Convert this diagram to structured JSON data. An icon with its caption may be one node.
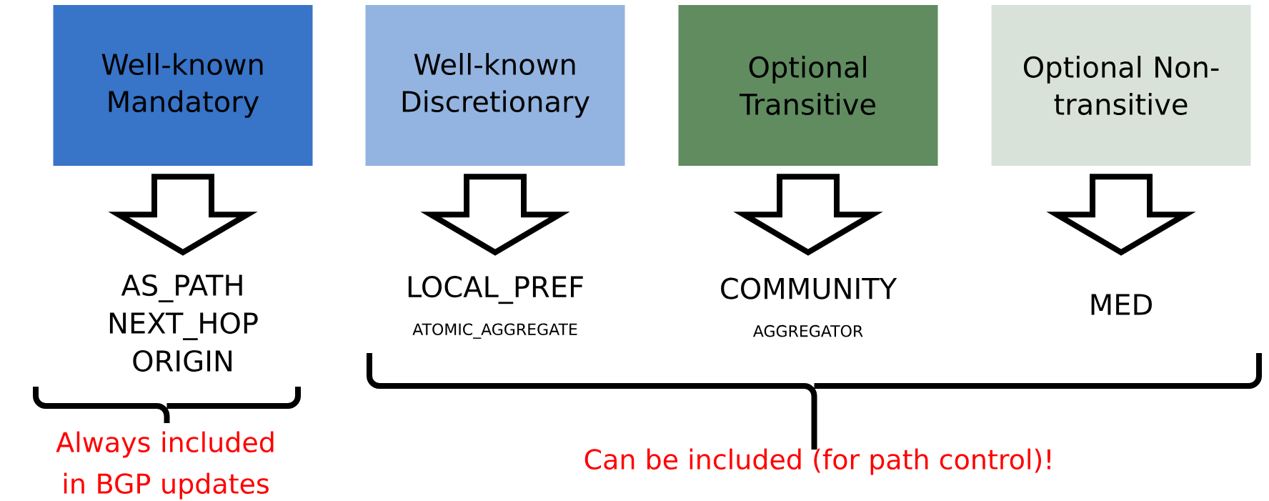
{
  "diagram": {
    "nodes": [
      {
        "text": [
          "Well-known Mandatory"
        ]
      },
      {
        "text": [
          "Well-known Discretionary"
        ]
      },
      {
        "text": [
          "Optional Transitive"
        ]
      },
      {
        "text": [
          "Optional Non-transitive"
        ]
      },
      {
        "text": [
          "AS_PATH",
          "NEXT_HOP",
          "ORIGIN"
        ]
      },
      {
        "text": [
          "LOCAL_PREF",
          "ATOMIC_AGGREGATE"
        ]
      },
      {
        "text": [
          "COMMUNITY",
          "AGGREGATOR"
        ]
      },
      {
        "text": [
          "MED"
        ]
      }
    ],
    "edges": [
      {
        "from": 0,
        "to": 4,
        "arrow": "to"
      },
      {
        "from": 1,
        "to": 5,
        "arrow": "to"
      },
      {
        "from": 2,
        "to": 6,
        "arrow": "to"
      },
      {
        "from": 3,
        "to": 7,
        "arrow": "to"
      }
    ],
    "labels": [
      "Always included in BGP updates",
      "Can be included (for path control)!"
    ]
  }
}
